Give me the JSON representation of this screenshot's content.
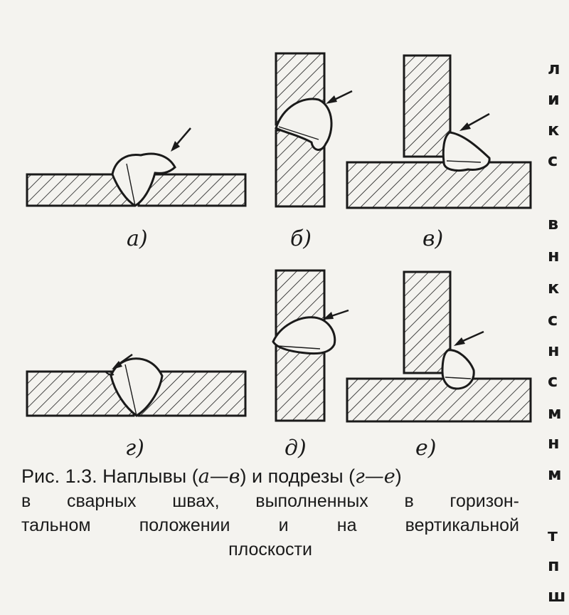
{
  "figure": {
    "panel_labels": [
      "а)",
      "б)",
      "в)",
      "г)",
      "д)",
      "е)"
    ]
  },
  "caption": {
    "prefix": "Рис. 1.3.",
    "text1": " Наплывы (",
    "r1": "а—в",
    "text2": ") и подрезы (",
    "r2": "г—е",
    "text3": ")",
    "line2": "в сварных швах, выполненных в горизон-",
    "line3": "тальном положении и на вертикальной",
    "line4": "плоскости"
  },
  "margin_text": [
    "л",
    "и",
    "к",
    "с",
    "в",
    "н",
    "к",
    "с",
    "н",
    "с",
    "м",
    "н",
    "м",
    "т",
    "п",
    "ш"
  ],
  "colors": {
    "ink": "#1a1a1a",
    "paper": "#f4f3ef"
  }
}
